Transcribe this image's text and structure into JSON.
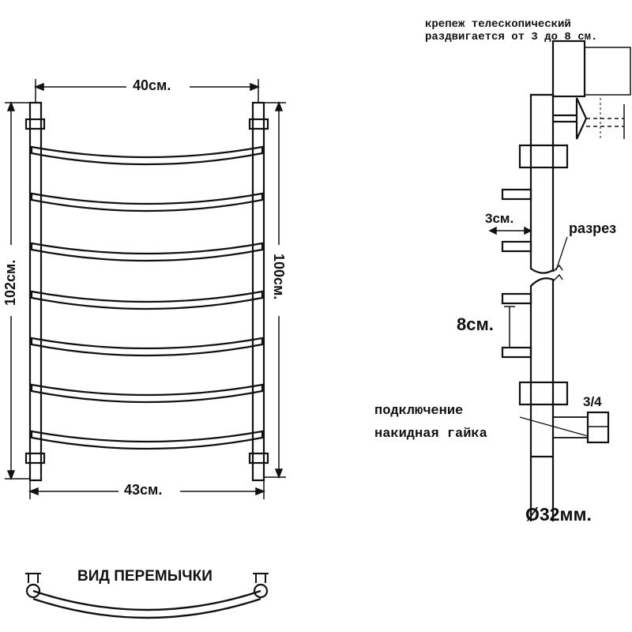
{
  "front_view": {
    "width_top": "40см.",
    "width_bottom": "43см.",
    "height_left": "102см.",
    "height_right": "100см."
  },
  "side_view": {
    "mount_note_line1": "крепеж телескопический",
    "mount_note_line2": "раздвигается от 3 до 8 см.",
    "offset_3": "3см.",
    "offset_8": "8см.",
    "section": "разрез",
    "thread": "3/4",
    "connection_line1": "подключение",
    "connection_line2": "накидная гайка",
    "diameter": "Ø32мм."
  },
  "jumper_view": {
    "title": "ВИД ПЕРЕМЫЧКИ"
  }
}
